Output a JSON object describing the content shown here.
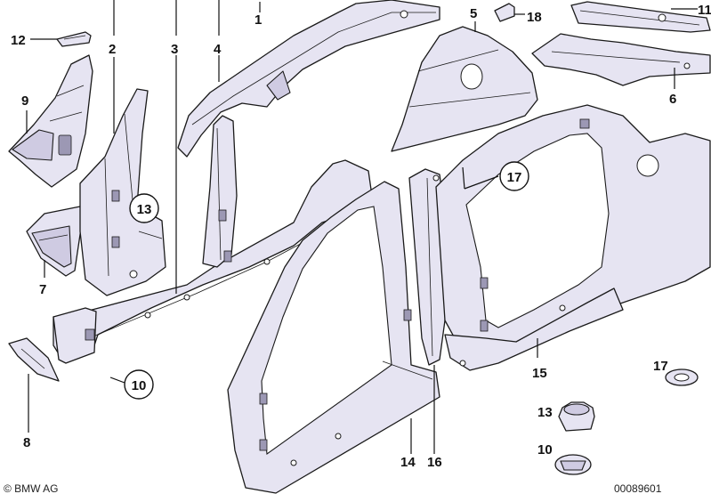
{
  "diagram": {
    "callouts": [
      "1",
      "2",
      "3",
      "4",
      "5",
      "6",
      "7",
      "8",
      "9",
      "10",
      "11",
      "12",
      "13",
      "14",
      "15",
      "16",
      "17",
      "18"
    ],
    "circled_callouts": [
      "13",
      "10",
      "17"
    ],
    "legend_callouts": {
      "seal_17": "17",
      "plug_13": "13",
      "plug_10": "10"
    }
  },
  "footer": {
    "copyright": "© BMW AG",
    "drawing_number": "00089601"
  }
}
